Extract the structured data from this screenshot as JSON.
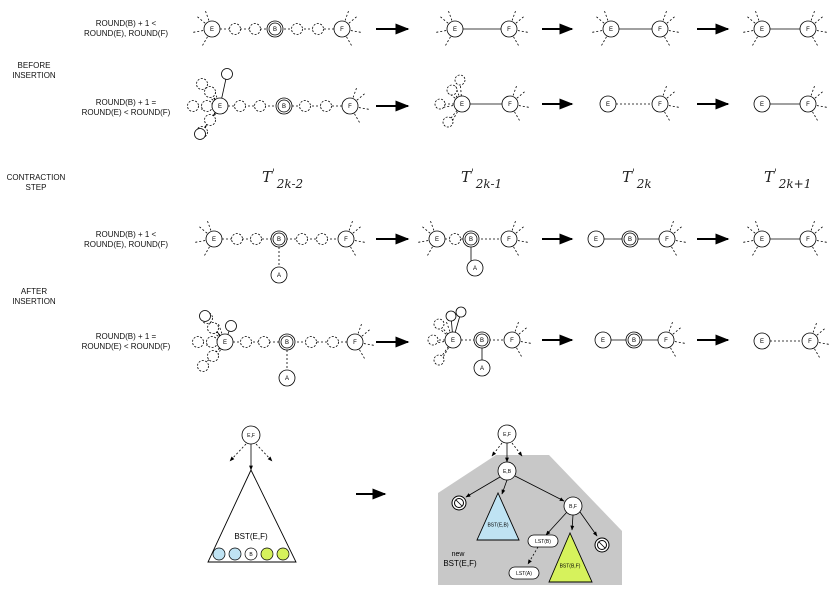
{
  "sections": {
    "before": [
      "BEFORE",
      "INSERTION"
    ],
    "contraction": [
      "CONTRACTION",
      "STEP"
    ],
    "after": [
      "AFTER",
      "INSERTION"
    ]
  },
  "conditions": {
    "less": [
      "ROUND(B) + 1 <",
      "ROUND(E), ROUND(F)"
    ],
    "equal": [
      "ROUND(B) + 1 =",
      "ROUND(E) < ROUND(F)"
    ]
  },
  "stages": [
    {
      "symbol": "T",
      "apostrophe": "'",
      "sub": "2k-2"
    },
    {
      "symbol": "T",
      "apostrophe": "'",
      "sub": "2k-1"
    },
    {
      "symbol": "T",
      "apostrophe": "'",
      "sub": "2k"
    },
    {
      "symbol": "T",
      "apostrophe": "'",
      "sub": "2k+1"
    }
  ],
  "node_labels": {
    "e": "E",
    "f": "F",
    "b": "B",
    "a": "A"
  },
  "tree_labels": {
    "root": "E,F",
    "eb": "E,B",
    "bf": "B,F",
    "bst_ef": "BST(E,F)",
    "bst_eb": "BST(E,B)",
    "bst_bf": "BST(B,F)",
    "lst_b": "LST(B)",
    "lst_a": "LST(A)",
    "new_region": [
      "new",
      "BST(E,F)"
    ],
    "leaf_b": "B"
  },
  "colors": {
    "blue_fill": "#bfe3f3",
    "green_fill": "#d6f25c",
    "region_gray": "#c8c8c8"
  }
}
